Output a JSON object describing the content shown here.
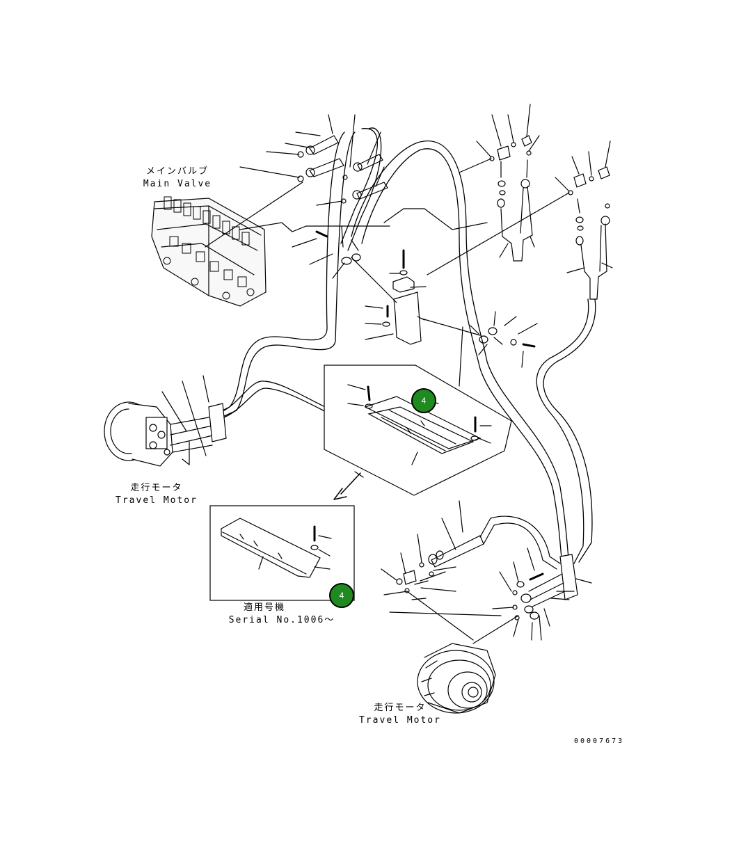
{
  "labels": {
    "main_valve_jp": "メインバルブ",
    "main_valve_en": "Main Valve",
    "travel_motor_left_jp": "走行モータ",
    "travel_motor_left_en": "Travel Motor",
    "serial_jp": "適用号機",
    "serial_en": "Serial No.1006～",
    "travel_motor_right_jp": "走行モータ",
    "travel_motor_right_en": "Travel Motor",
    "drawing_number": "00007673"
  },
  "callouts": [
    {
      "text": "4"
    },
    {
      "text": "4"
    }
  ],
  "colors": {
    "callout_fill": "#1f8a1f",
    "line": "#000000"
  }
}
